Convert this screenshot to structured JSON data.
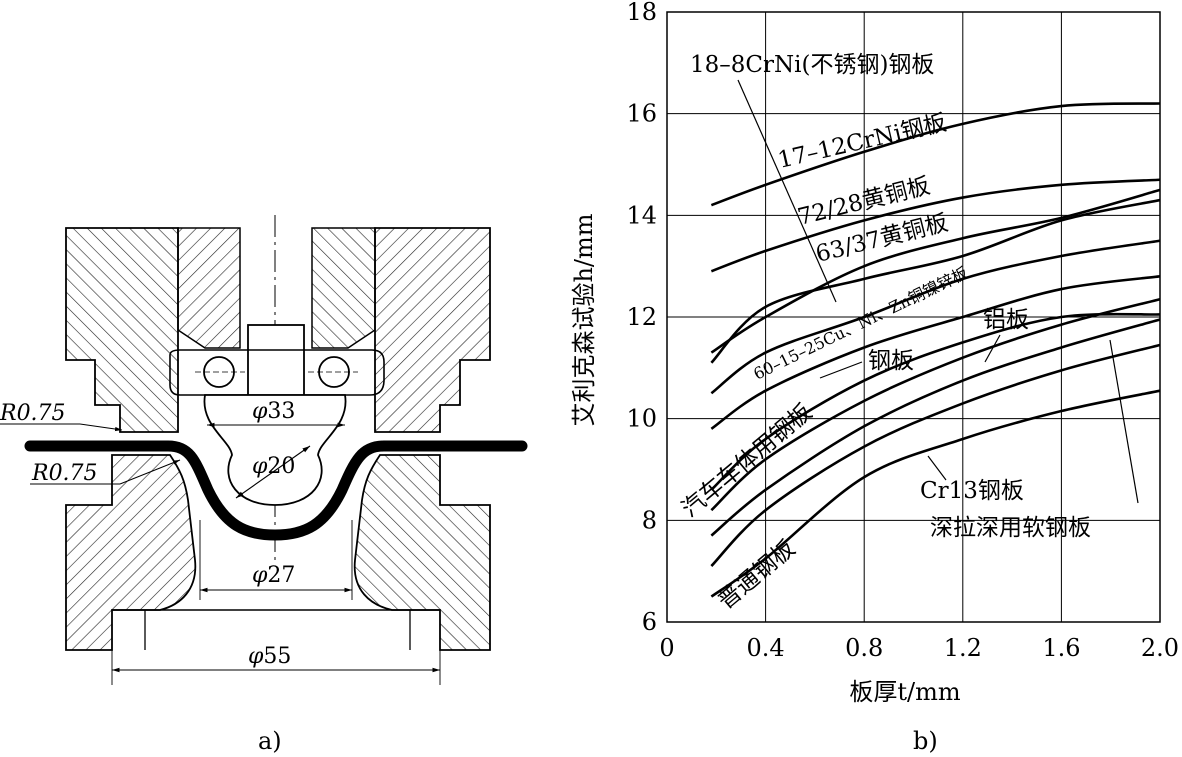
{
  "panel_a": {
    "caption": "a)",
    "dimensions": {
      "r_upper": "R0.75",
      "r_lower": "R0.75",
      "d33": "33",
      "d20": "20",
      "d27": "27",
      "d55": "55"
    },
    "diameter_symbol": "φ"
  },
  "panel_b": {
    "caption": "b)",
    "labels": {
      "stainless": "18–8CrNi(不锈钢)钢板",
      "crni1712": "17–12CrNi钢板",
      "brass7228": "72/28黄铜板",
      "brass6337": "63/37黄铜板",
      "cuznni": "60–15–25Cu、Ni、Zn铜镍锌板",
      "steel": "钢板",
      "aluminum": "铝板",
      "auto": "汽车车体用钢板",
      "cr13": "Cr13钢板",
      "deepdraw": "深拉深用软钢板",
      "common": "普通钢板"
    }
  },
  "chart_data": {
    "type": "line",
    "xlabel": "板厚t/mm",
    "ylabel": "艾利克森试验h/mm",
    "xlim": [
      0,
      2.0
    ],
    "ylim": [
      6,
      18
    ],
    "x_ticks": [
      "0",
      "0.4",
      "0.8",
      "1.2",
      "1.6",
      "2.0"
    ],
    "y_ticks": [
      "6",
      "8",
      "10",
      "12",
      "14",
      "16",
      "18"
    ],
    "grid": true,
    "series": [
      {
        "name": "17–12CrNi钢板",
        "x": [
          0.18,
          0.4,
          0.8,
          1.2,
          1.6,
          2.0
        ],
        "values": [
          14.2,
          14.6,
          15.25,
          15.8,
          16.15,
          16.2
        ]
      },
      {
        "name": "72/28黄铜板",
        "x": [
          0.18,
          0.4,
          0.8,
          1.2,
          1.6,
          2.0
        ],
        "values": [
          12.9,
          13.3,
          13.9,
          14.35,
          14.6,
          14.7
        ]
      },
      {
        "name": "63/37黄铜板",
        "x": [
          0.18,
          0.4,
          0.8,
          1.2,
          1.6,
          2.0
        ],
        "values": [
          11.3,
          12.0,
          13.0,
          13.55,
          13.95,
          14.5
        ]
      },
      {
        "name": "18–8CrNi(不锈钢)钢板",
        "x": [
          0.18,
          0.4,
          0.8,
          1.2,
          1.6,
          2.0
        ],
        "values": [
          11.1,
          12.2,
          12.75,
          13.2,
          13.9,
          14.3
        ]
      },
      {
        "name": "60–15–25Cu、Ni、Zn铜镍锌板",
        "x": [
          0.18,
          0.4,
          0.8,
          1.2,
          1.6,
          2.0
        ],
        "values": [
          10.5,
          11.3,
          12.0,
          12.75,
          13.2,
          13.5
        ]
      },
      {
        "name": "钢板",
        "x": [
          0.18,
          0.4,
          0.8,
          1.2,
          1.6,
          2.0
        ],
        "values": [
          9.8,
          10.55,
          11.4,
          12.0,
          12.55,
          12.8
        ]
      },
      {
        "name": "铝板",
        "x": [
          0.18,
          0.4,
          0.8,
          1.2,
          1.6,
          2.0
        ],
        "values": [
          8.6,
          9.6,
          10.75,
          11.5,
          12.0,
          12.05
        ]
      },
      {
        "name": "汽车车体用钢板",
        "x": [
          0.18,
          0.4,
          0.8,
          1.2,
          1.6,
          2.0
        ],
        "values": [
          8.2,
          9.2,
          10.35,
          11.2,
          11.85,
          12.35
        ]
      },
      {
        "name": "Cr13钢板",
        "x": [
          0.18,
          0.4,
          0.8,
          1.2,
          1.6,
          2.0
        ],
        "values": [
          7.7,
          8.6,
          9.85,
          10.75,
          11.4,
          11.95
        ]
      },
      {
        "name": "深拉深用软钢板",
        "x": [
          0.18,
          0.4,
          0.8,
          1.2,
          1.6,
          2.0
        ],
        "values": [
          7.1,
          8.2,
          9.45,
          10.3,
          10.95,
          11.45
        ]
      },
      {
        "name": "普通钢板",
        "x": [
          0.18,
          0.4,
          0.8,
          1.2,
          1.6,
          2.0
        ],
        "values": [
          6.5,
          7.25,
          8.85,
          9.6,
          10.15,
          10.55
        ]
      }
    ]
  }
}
